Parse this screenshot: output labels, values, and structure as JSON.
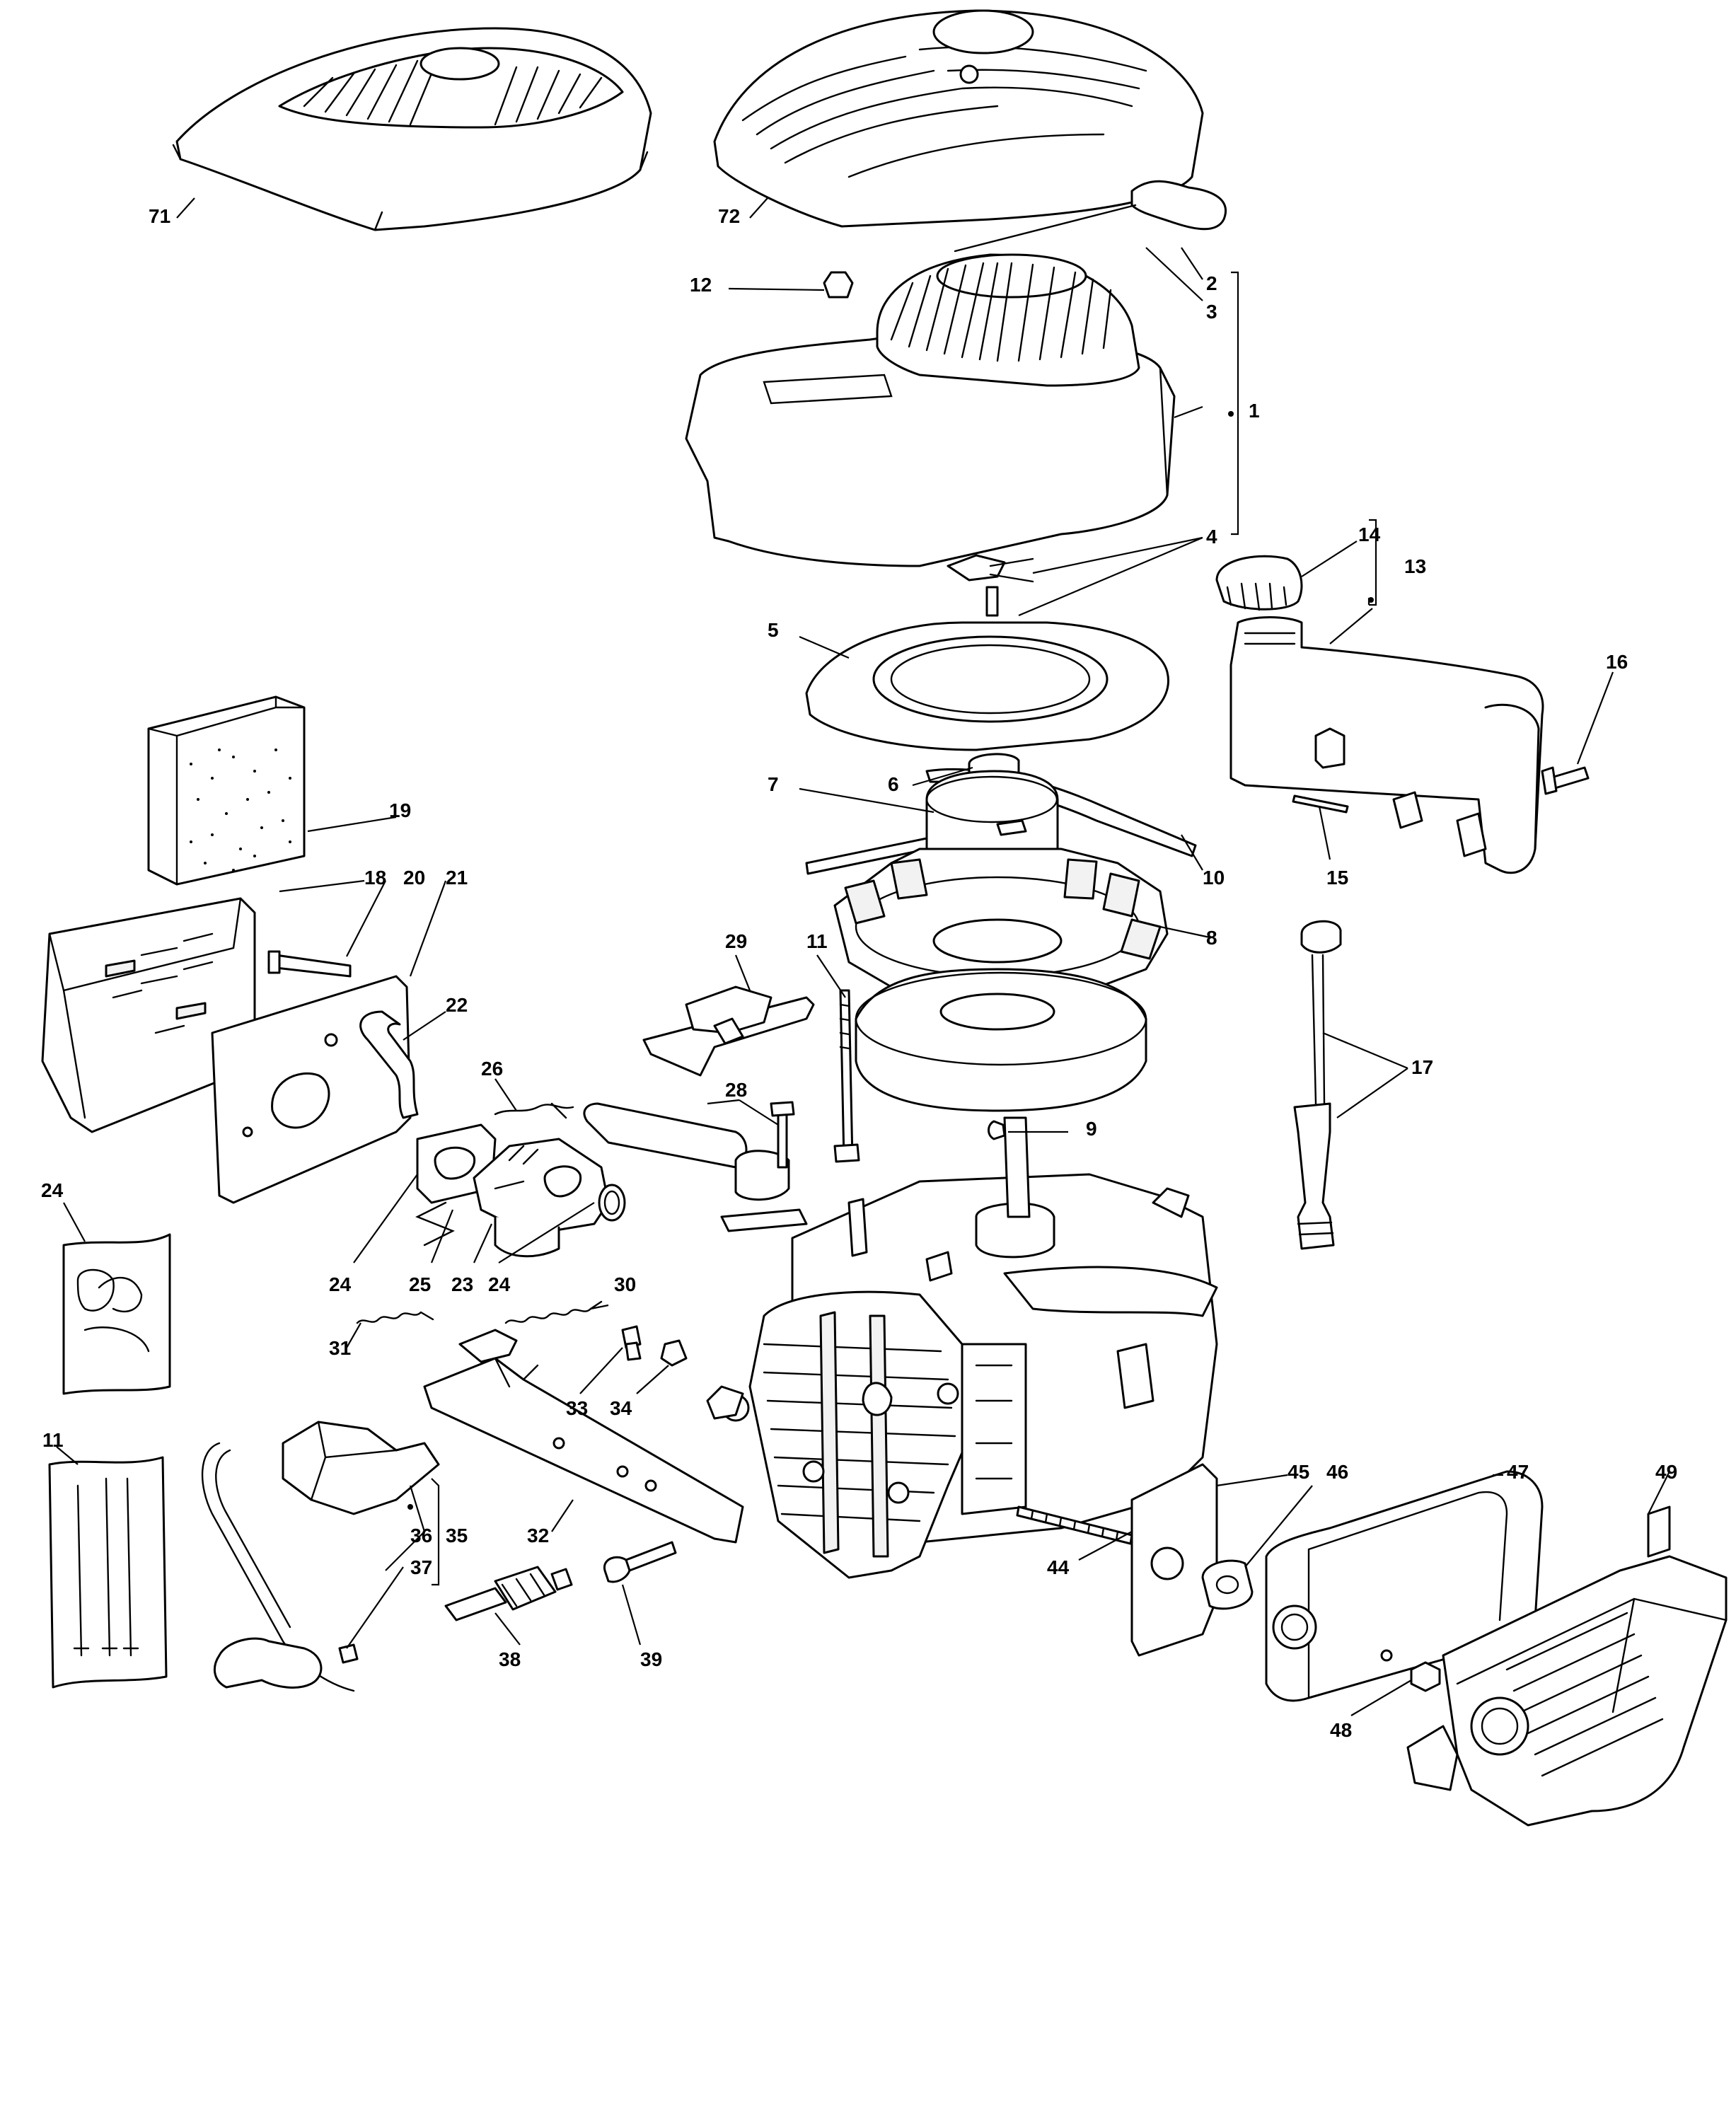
{
  "labels": [
    {
      "id": "71",
      "text": "71"
    },
    {
      "id": "72",
      "text": "72"
    },
    {
      "id": "2",
      "text": "2"
    },
    {
      "id": "3",
      "text": "3"
    },
    {
      "id": "12",
      "text": "12"
    },
    {
      "id": "1",
      "text": "1"
    },
    {
      "id": "4",
      "text": "4"
    },
    {
      "id": "14",
      "text": "14"
    },
    {
      "id": "13",
      "text": "13"
    },
    {
      "id": "5",
      "text": "5"
    },
    {
      "id": "16",
      "text": "16"
    },
    {
      "id": "7",
      "text": "7"
    },
    {
      "id": "6",
      "text": "6"
    },
    {
      "id": "19",
      "text": "19"
    },
    {
      "id": "10",
      "text": "10"
    },
    {
      "id": "15",
      "text": "15"
    },
    {
      "id": "18",
      "text": "18"
    },
    {
      "id": "20",
      "text": "20"
    },
    {
      "id": "21",
      "text": "21"
    },
    {
      "id": "29",
      "text": "29"
    },
    {
      "id": "11",
      "text": "11"
    },
    {
      "id": "8",
      "text": "8"
    },
    {
      "id": "22",
      "text": "22"
    },
    {
      "id": "17",
      "text": "17"
    },
    {
      "id": "26",
      "text": "26"
    },
    {
      "id": "28",
      "text": "28"
    },
    {
      "id": "9",
      "text": "9"
    },
    {
      "id": "24",
      "text": "24"
    },
    {
      "id": "24b",
      "text": "24"
    },
    {
      "id": "25",
      "text": "25"
    },
    {
      "id": "23",
      "text": "23"
    },
    {
      "id": "24c",
      "text": "24"
    },
    {
      "id": "30",
      "text": "30"
    },
    {
      "id": "31",
      "text": "31"
    },
    {
      "id": "33",
      "text": "33"
    },
    {
      "id": "34",
      "text": "34"
    },
    {
      "id": "11b",
      "text": "11"
    },
    {
      "id": "45",
      "text": "45"
    },
    {
      "id": "46",
      "text": "46"
    },
    {
      "id": "47",
      "text": "47"
    },
    {
      "id": "49",
      "text": "49"
    },
    {
      "id": "36",
      "text": "36"
    },
    {
      "id": "35",
      "text": "35"
    },
    {
      "id": "32",
      "text": "32"
    },
    {
      "id": "37",
      "text": "37"
    },
    {
      "id": "44",
      "text": "44"
    },
    {
      "id": "38",
      "text": "38"
    },
    {
      "id": "39",
      "text": "39"
    },
    {
      "id": "48",
      "text": "48"
    }
  ]
}
